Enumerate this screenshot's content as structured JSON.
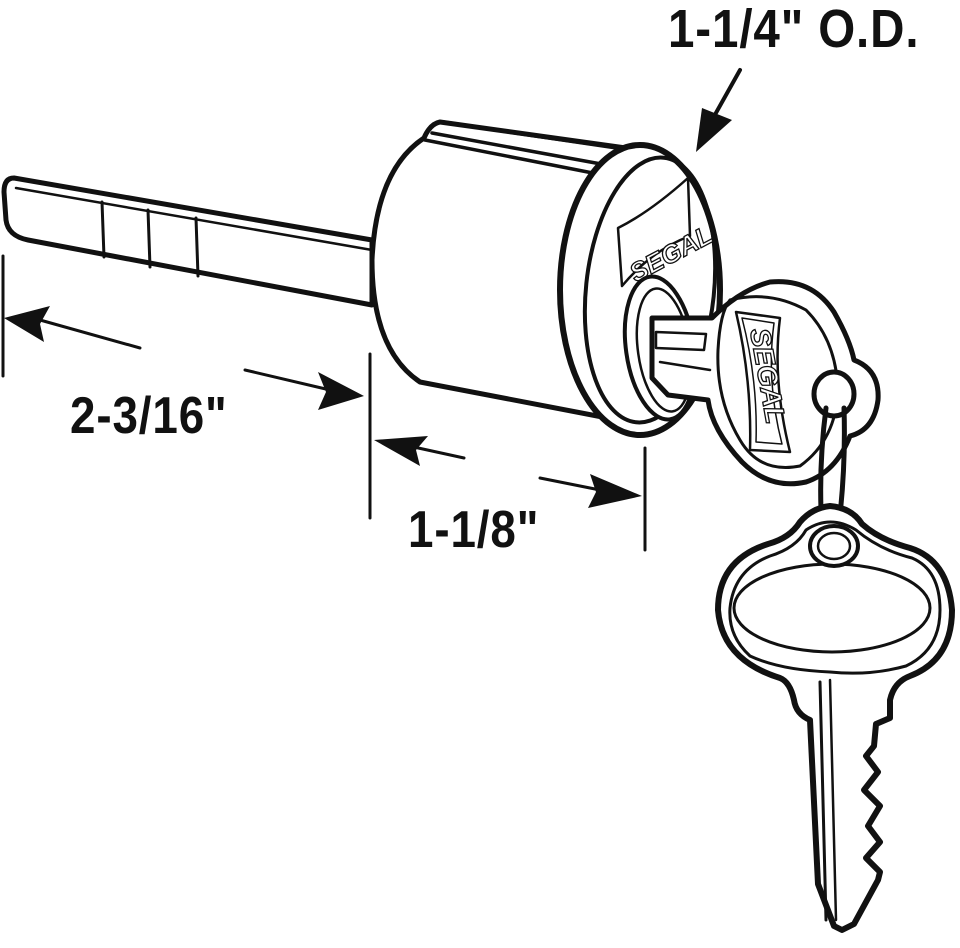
{
  "diagram": {
    "subject": "Lock cylinder with tailpiece and keys",
    "colors": {
      "line": "#111111",
      "background": "#ffffff"
    },
    "brand": {
      "cylinder_face": "SEGAL",
      "key_bow": "SEGAL"
    },
    "dimensions": {
      "outer_diameter": {
        "label": "1-1/4\" O.D.",
        "target": "cylinder-face-rim"
      },
      "tailpiece_length": {
        "label": "2-3/16\"",
        "target": "tailpiece"
      },
      "cylinder_length": {
        "label": "1-1/8\"",
        "target": "cylinder-body"
      }
    },
    "components": [
      {
        "name": "tailpiece",
        "description": "Flat cam bar extending from rear of cylinder"
      },
      {
        "name": "cylinder-body",
        "description": "Round housing with top groove"
      },
      {
        "name": "cylinder-face",
        "description": "Front face with SEGAL logo and keyway"
      },
      {
        "name": "key-inserted",
        "description": "Key in keyway with SEGAL bow"
      },
      {
        "name": "key-ring",
        "description": "Ring linking the two keys"
      },
      {
        "name": "key-hanging",
        "description": "Second key hanging from ring"
      }
    ]
  }
}
